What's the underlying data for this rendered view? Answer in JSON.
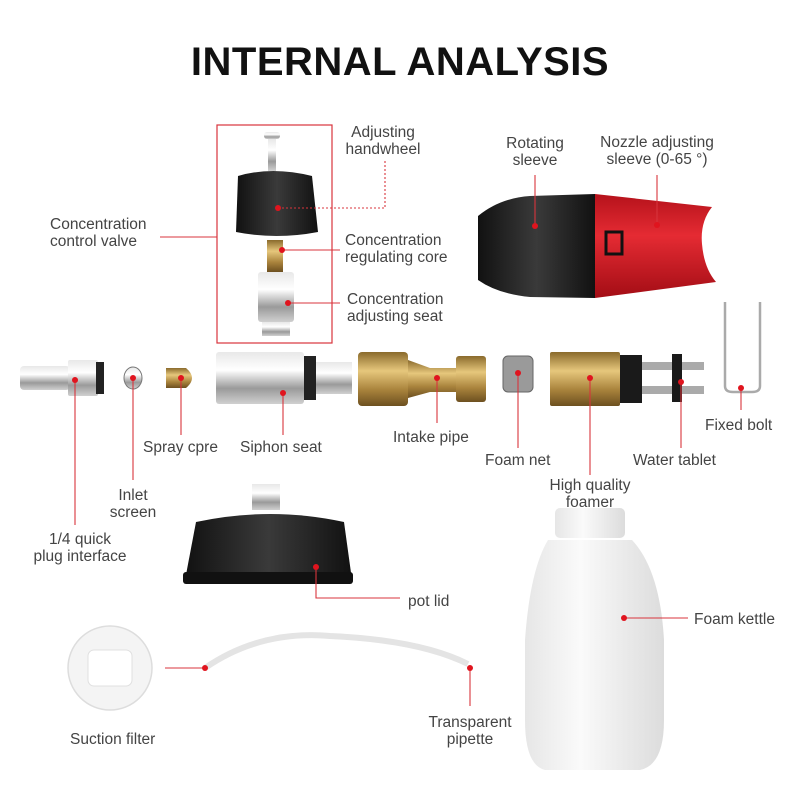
{
  "title": "INTERNAL ANALYSIS",
  "accent_color": "#d8343c",
  "labels": {
    "adjusting_handwheel": [
      "Adjusting",
      "handwheel"
    ],
    "concentration_control_valve": [
      "Concentration",
      "control valve"
    ],
    "concentration_regulating_core": [
      "Concentration",
      "regulating core"
    ],
    "concentration_adjusting_seat": [
      "Concentration",
      "adjusting seat"
    ],
    "rotating_sleeve": [
      "Rotating",
      "sleeve"
    ],
    "nozzle_adjusting_sleeve": [
      "Nozzle adjusting",
      "sleeve (0-65 °)"
    ],
    "quick_plug_interface": [
      "1/4 quick",
      "plug interface"
    ],
    "inlet_screen": [
      "Inlet",
      "screen"
    ],
    "spray_core": "Spray cpre",
    "siphon_seat": "Siphon seat",
    "intake_pipe": "Intake pipe",
    "foam_net": "Foam net",
    "high_quality_foamer": [
      "High quality",
      "foamer"
    ],
    "water_tablet": "Water tablet",
    "fixed_bolt": "Fixed bolt",
    "pot_lid": "pot lid",
    "foam_kettle": "Foam kettle",
    "suction_filter": "Suction filter",
    "transparent_pipette": [
      "Transparent",
      "pipette"
    ]
  }
}
